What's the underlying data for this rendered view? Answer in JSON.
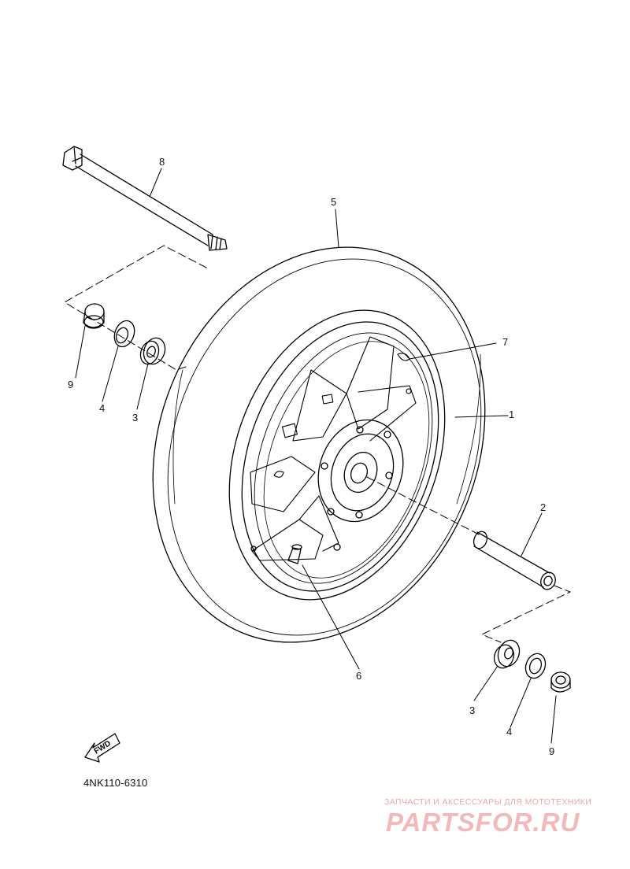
{
  "diagram_code": "4NK110-6310",
  "fwd_label": "FWD",
  "callouts": {
    "axle": "8",
    "tire": "5",
    "valve_stem_lower": "7",
    "wheel": "1",
    "collar": "2",
    "valve": "6",
    "left_collar": "9",
    "left_oil_seal": "4",
    "left_bearing": "3",
    "right_bearing": "3",
    "right_oil_seal": "4",
    "right_collar": "9"
  },
  "watermark": {
    "tagline": "ЗАПЧАСТИ И АКСЕССУАРЫ ДЛЯ МОТОТЕХНИКИ",
    "brand": "PARTSFOR.RU"
  }
}
